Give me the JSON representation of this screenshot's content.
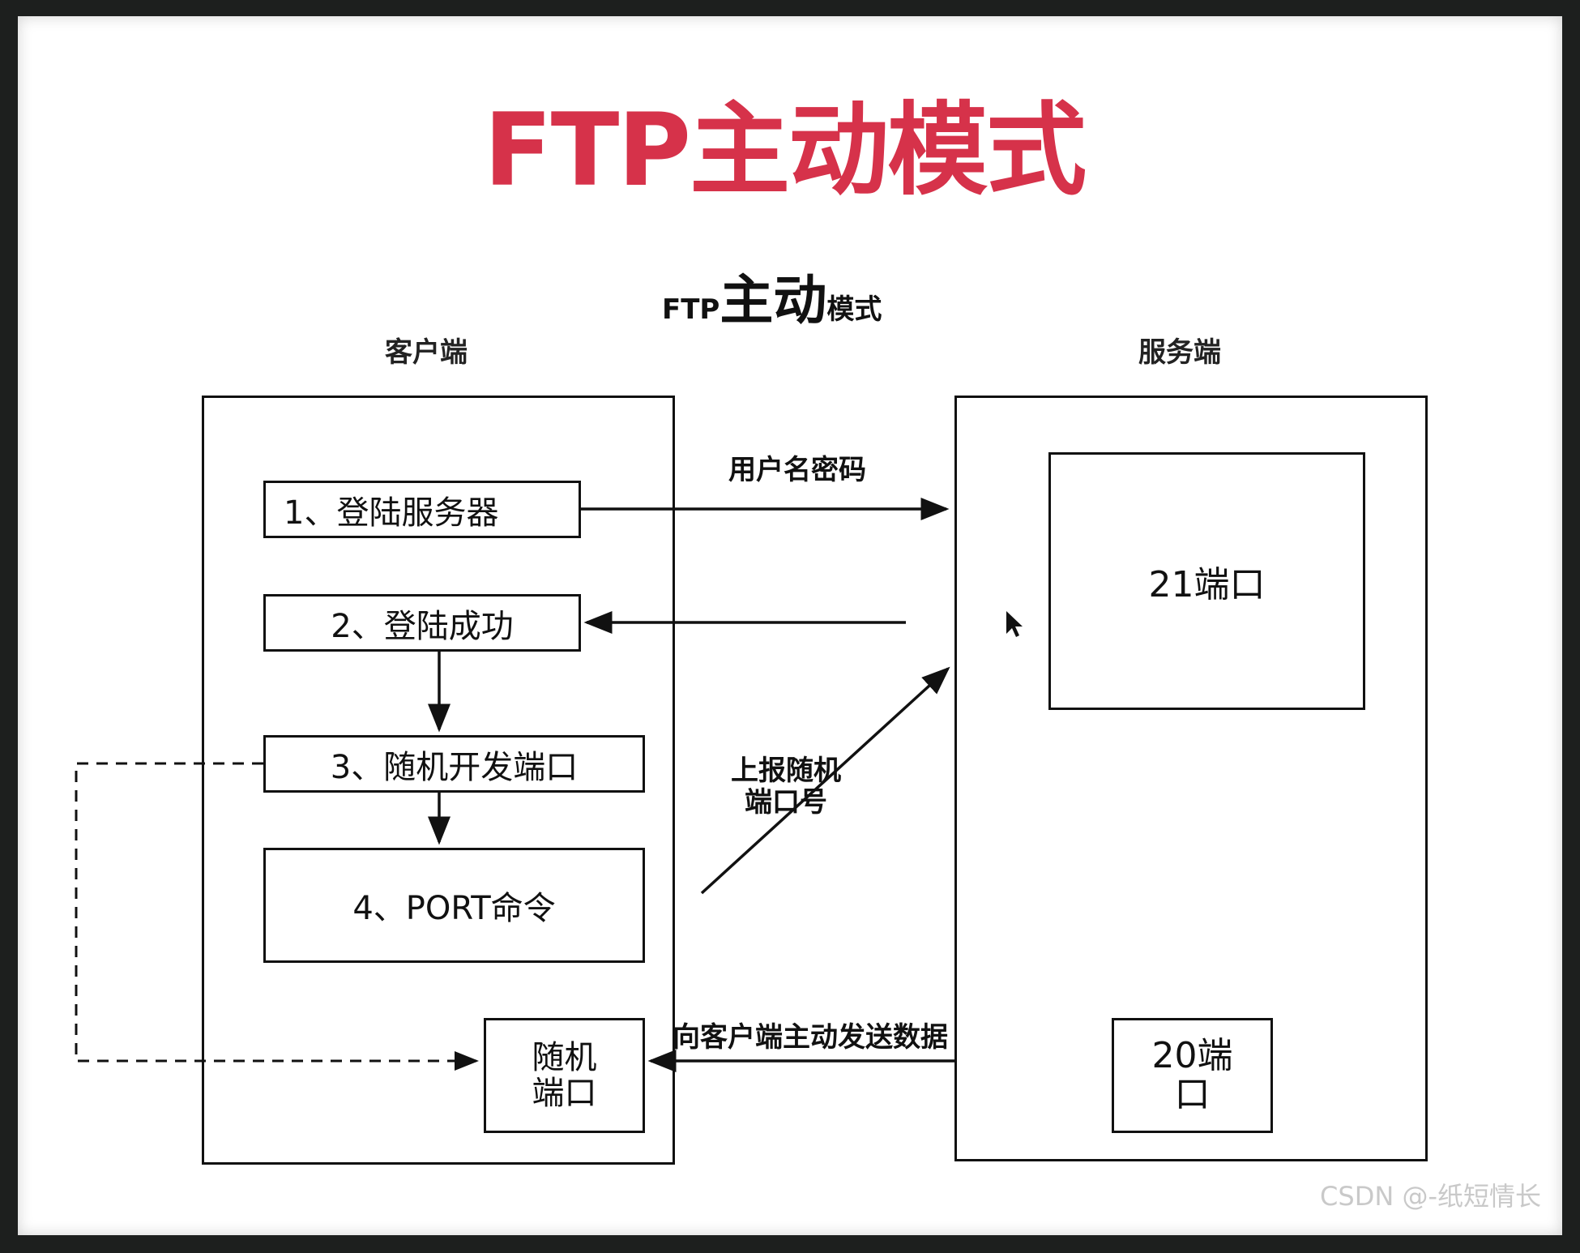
{
  "title": "FTP主动模式",
  "subtitle": {
    "prefix": "FTP",
    "main": "主动",
    "suffix": "模式"
  },
  "client": {
    "heading": "客户端",
    "steps": [
      "1、登陆服务器",
      "2、登陆成功",
      "3、随机开发端口",
      "4、PORT命令"
    ],
    "random_port": {
      "line1": "随机",
      "line2": "端口"
    }
  },
  "server": {
    "heading": "服务端",
    "port21": "21端口",
    "port20": {
      "line1": "20端",
      "line2": "口"
    }
  },
  "arrows": {
    "credentials": "用户名密码",
    "report_port": {
      "line1": "上报随机",
      "line2": "端口号"
    },
    "send_data": "向客户端主动发送数据"
  },
  "watermark": "CSDN @-纸短情长"
}
